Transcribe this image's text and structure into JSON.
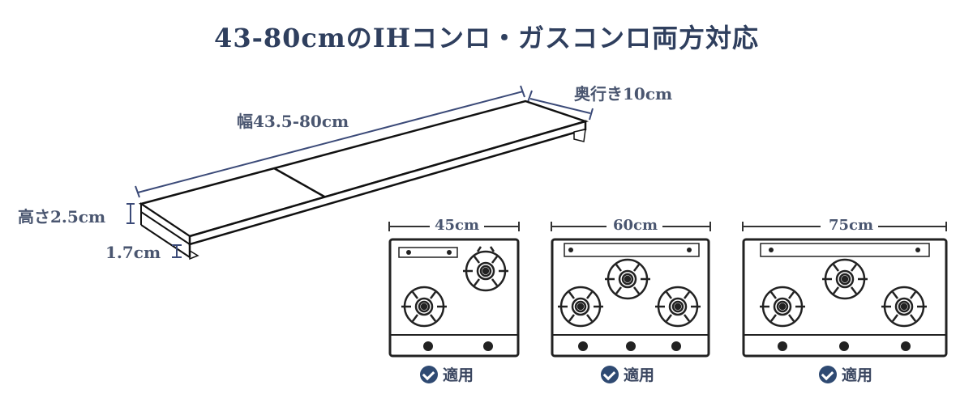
{
  "title": "43-80cmのIHコンロ・ガスコンロ両方対応",
  "rack": {
    "width_label": "幅43.5-80cm",
    "depth_label": "奥行き10cm",
    "height_label": "高さ2.5cm",
    "leg_label": "1.7cm"
  },
  "stoves": [
    {
      "size": "45cm",
      "burners": 2,
      "knobs": 2,
      "status": "適用",
      "status_icon": "check-circle-icon"
    },
    {
      "size": "60cm",
      "burners": 3,
      "knobs": 3,
      "status": "適用",
      "status_icon": "check-circle-icon"
    },
    {
      "size": "75cm",
      "burners": 3,
      "knobs": 3,
      "status": "適用",
      "status_icon": "check-circle-icon"
    }
  ],
  "colors": {
    "title": "#2f3f5e",
    "label": "#4a5670",
    "line": "#111111",
    "dimension_line": "#3b4a78",
    "check": "#2f4a72"
  }
}
